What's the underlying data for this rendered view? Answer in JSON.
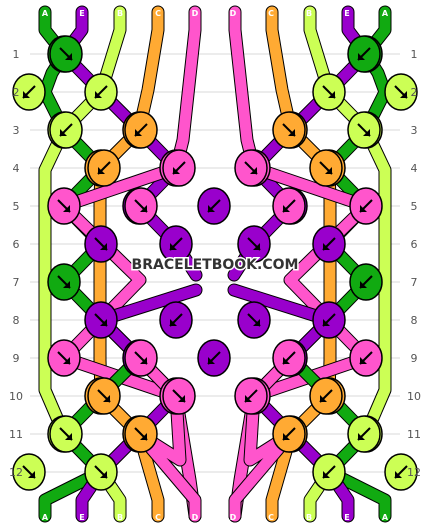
{
  "title": "",
  "watermark": "BRACELETBOOK.COM",
  "colors": {
    "A": "#11aa11",
    "E": "#9900cc",
    "B": "#ccff55",
    "C": "#ffaa33",
    "D": "#ff55cc"
  },
  "strings_top": [
    "A",
    "E",
    "B",
    "C",
    "D",
    "D",
    "C",
    "B",
    "E",
    "A"
  ],
  "strings_bottom": [
    "A",
    "E",
    "B",
    "C",
    "D",
    "D",
    "C",
    "B",
    "E",
    "A"
  ],
  "row_labels": [
    "1",
    "2",
    "3",
    "4",
    "5",
    "6",
    "7",
    "8",
    "9",
    "10",
    "11",
    "12"
  ],
  "knots": [
    {
      "row": 1,
      "index": 0,
      "color": "A",
      "type": "forward"
    },
    {
      "row": 1,
      "index": 4,
      "color": "A",
      "type": "backward"
    },
    {
      "row": 2,
      "index": 0,
      "color": "B",
      "type": "backward"
    },
    {
      "row": 2,
      "index": 4,
      "color": "B",
      "type": "forward"
    },
    {
      "row": 3,
      "index": 0,
      "color": "B",
      "type": "backward"
    },
    {
      "row": 3,
      "index": 1,
      "color": "C",
      "type": "backward"
    },
    {
      "row": 3,
      "index": 3,
      "color": "C",
      "type": "forward"
    },
    {
      "row": 3,
      "index": 4,
      "color": "B",
      "type": "forward"
    },
    {
      "row": 4,
      "index": 0,
      "color": "C",
      "type": "backward"
    },
    {
      "row": 4,
      "index": 1,
      "color": "D",
      "type": "backward"
    },
    {
      "row": 4,
      "index": 2,
      "color": "D",
      "type": "forward"
    },
    {
      "row": 4,
      "index": 3,
      "color": "C",
      "type": "forward"
    },
    {
      "row": 5,
      "index": 0,
      "color": "D",
      "type": "forward"
    },
    {
      "row": 5,
      "index": 1,
      "color": "E",
      "type": "forward"
    },
    {
      "row": 5,
      "index": 2,
      "color": "E",
      "type": "backward"
    },
    {
      "row": 5,
      "index": 3,
      "color": "D",
      "type": "backward"
    },
    {
      "row": 6,
      "index": 0,
      "color": "E",
      "type": "forward"
    },
    {
      "row": 6,
      "index": 1,
      "color": "E",
      "type": "backward"
    },
    {
      "row": 7,
      "index": 0,
      "color": "A",
      "type": "forward"
    },
    {
      "row": 8,
      "index": 0,
      "color": "E",
      "type": "forward"
    },
    {
      "row": 8,
      "index": 1,
      "color": "E",
      "type": "backward"
    },
    {
      "row": 9,
      "index": 0,
      "color": "D",
      "type": "forward"
    },
    {
      "row": 9,
      "index": 1,
      "color": "E",
      "type": "forward"
    },
    {
      "row": 9,
      "index": 2,
      "color": "E",
      "type": "backward"
    },
    {
      "row": 9,
      "index": 3,
      "color": "D",
      "type": "backward"
    },
    {
      "row": 10,
      "index": 0,
      "color": "C",
      "type": "forward"
    },
    {
      "row": 10,
      "index": 1,
      "color": "D",
      "type": "forward"
    },
    {
      "row": 10,
      "index": 2,
      "color": "D",
      "type": "backward"
    },
    {
      "row": 10,
      "index": 3,
      "color": "C",
      "type": "backward"
    },
    {
      "row": 11,
      "index": 0,
      "color": "B",
      "type": "forward"
    },
    {
      "row": 11,
      "index": 1,
      "color": "C",
      "type": "forward"
    },
    {
      "row": 11,
      "index": 3,
      "color": "C",
      "type": "backward"
    },
    {
      "row": 11,
      "index": 4,
      "color": "B",
      "type": "backward"
    },
    {
      "row": 12,
      "index": 0,
      "color": "B",
      "type": "forward"
    },
    {
      "row": 12,
      "index": 4,
      "color": "B",
      "type": "backward"
    }
  ]
}
